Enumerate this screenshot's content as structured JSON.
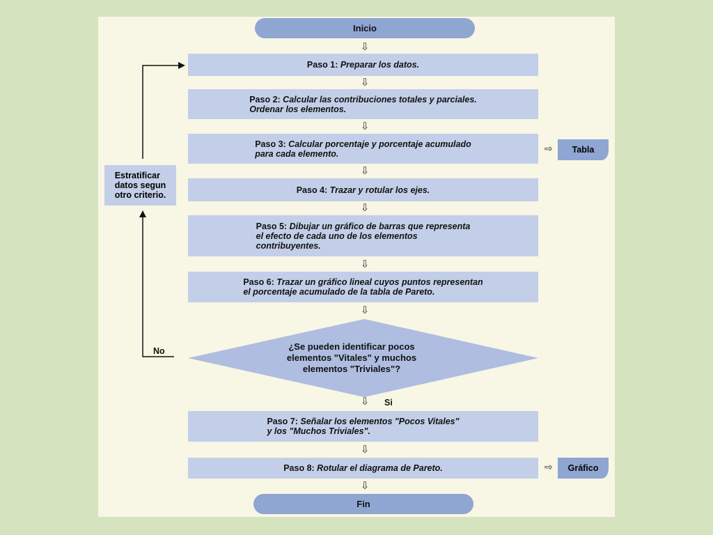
{
  "start": "Inicio",
  "end": "Fin",
  "steps": [
    {
      "label": "Paso 1:",
      "desc": "Preparar los datos."
    },
    {
      "label": "Paso 2:",
      "desc": "Calcular las contribuciones totales y parciales.\nOrdenar los elementos."
    },
    {
      "label": "Paso 3:",
      "desc": "Calcular porcentaje y porcentaje acumulado\npara cada elemento."
    },
    {
      "label": "Paso 4:",
      "desc": "Trazar y rotular los ejes."
    },
    {
      "label": "Paso 5:",
      "desc": "Dibujar un gráfico de barras que representa\nel efecto de cada uno de los elementos\ncontribuyentes."
    },
    {
      "label": "Paso 6:",
      "desc": "Trazar un gráfico lineal cuyos puntos representan\nel porcentaje acumulado de la tabla de Pareto."
    },
    {
      "label": "Paso 7:",
      "desc": "Señalar los elementos \"Pocos Vitales\"\ny los \"Muchos Triviales\"."
    },
    {
      "label": "Paso 8:",
      "desc": "Rotular el diagrama de Pareto."
    }
  ],
  "decision": "¿Se pueden identificar pocos\nelementos \"Vitales\" y muchos\nelementos \"Triviales\"?",
  "yes_label": "Si",
  "no_label": "No",
  "side_box": "Estratificar\ndatos segun\notro criterio.",
  "outputs": {
    "tabla": "Tabla",
    "grafico": "Gráfico"
  },
  "arrow_glyph": "⇩",
  "side_arrow_glyph": "⇨",
  "colors": {
    "background": "#d5e4bf",
    "panel": "#f8f6e4",
    "step": "#c3cfe8",
    "terminal": "#8fa6d3"
  }
}
